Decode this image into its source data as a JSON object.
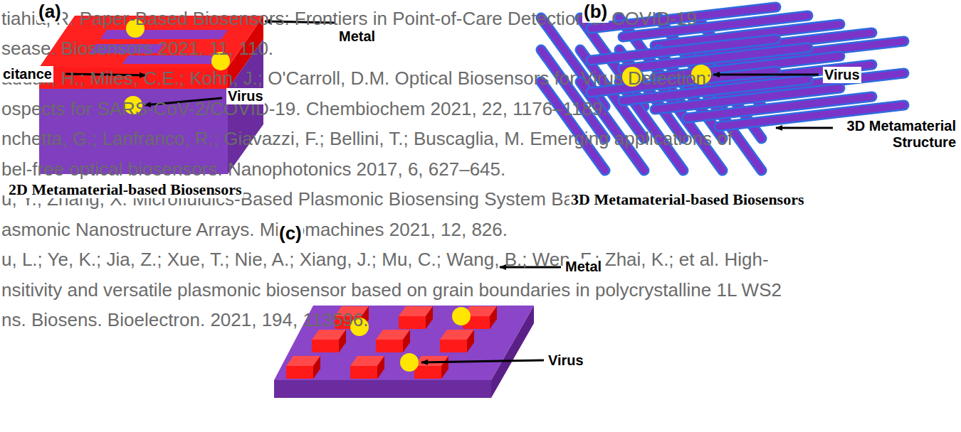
{
  "diagram": {
    "labels": [
      "tiahia, R. Paper-Based Biosensors: Frontiers in Point-of-Care Detection of COVID-19",
      "sease. Biosensors 2021, 11, 110.",
      "addali, H.; Miles, C.E.; Kohn, J.; O'Carroll, D.M. Optical Biosensors for Virus Detection:",
      "ospects for SARS-CoV-2/COVID-19. Chembiochem 2021, 22, 1176–1189.",
      "nchetta, G.; Lanfranco, R.; Giavazzi, F.; Bellini, T.; Buscaglia, M. Emerging applications of",
      "bel-free optical biosensors. Nanophotonics 2017, 6, 627–645.",
      "u, Y.; Zhang, X. Microfluidics-Based Plasmonic Biosensing System Based on Patterned",
      "asmonic Nanostructure Arrays. Micromachines 2021, 12, 826.",
      "u, L.; Ye, K.; Jia, Z.; Xue, T.; Nie, A.; Xiang, J.; Mu, C.; Wang, B.; Wen, F.; Zhai, K.; et al. High-",
      "nsitivity and versatile plasmonic biosensor based on grain boundaries in polycrystalline 1L WS2",
      "ns. Biosens. Bioelectron. 2021, 194, 113596.",
      "(a)",
      "Metal",
      "citance",
      "Virus",
      "2D Metamaterial-based Biosensors",
      "(b)",
      "Virus",
      "3D Metamaterial Structure",
      "3D Metamaterial-based Biosensors",
      "(c)",
      "Metal",
      "Virus"
    ]
  }
}
